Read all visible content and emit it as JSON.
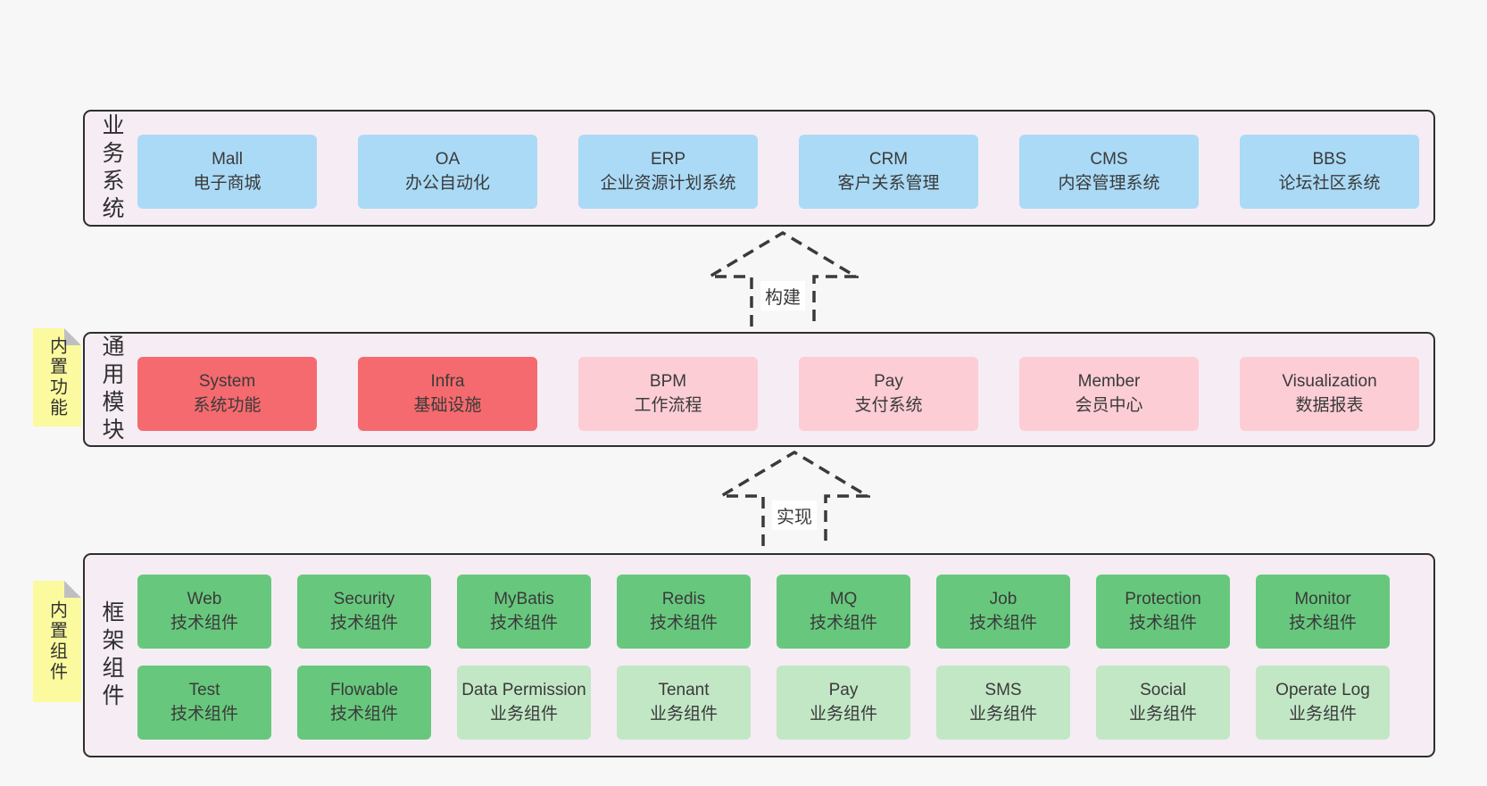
{
  "palette": {
    "page_bg": "#f7f7f7",
    "container_bg": "#f6ecf4",
    "container_border": "#2e2e2e",
    "blue": "#aadaf6",
    "red": "#f56a6e",
    "pink": "#fccdd5",
    "green_dark": "#67c87d",
    "green_light": "#c2e7c5",
    "note_yellow": "#fbfa9e",
    "note_fold": "#bfbfc1",
    "text_dark": "#3a3a3a",
    "arrow_stroke": "#3a3a3a"
  },
  "business_systems": {
    "side_label": "业务系统",
    "items": [
      {
        "name": "Mall",
        "desc": "电子商城"
      },
      {
        "name": "OA",
        "desc": "办公自动化"
      },
      {
        "name": "ERP",
        "desc": "企业资源计划系统"
      },
      {
        "name": "CRM",
        "desc": "客户关系管理"
      },
      {
        "name": "CMS",
        "desc": "内容管理系统"
      },
      {
        "name": "BBS",
        "desc": "论坛社区系统"
      }
    ]
  },
  "arrow_build": {
    "label": "构建"
  },
  "common_modules": {
    "side_label": "通用模块",
    "note": "内置功能",
    "items": [
      {
        "name": "System",
        "desc": "系统功能"
      },
      {
        "name": "Infra",
        "desc": "基础设施"
      },
      {
        "name": "BPM",
        "desc": "工作流程"
      },
      {
        "name": "Pay",
        "desc": "支付系统"
      },
      {
        "name": "Member",
        "desc": "会员中心"
      },
      {
        "name": "Visualization",
        "desc": "数据报表"
      }
    ]
  },
  "arrow_implement": {
    "label": "实现"
  },
  "framework_components": {
    "side_label": "框架组件",
    "note": "内置组件",
    "row1": [
      {
        "name": "Web",
        "desc": "技术组件"
      },
      {
        "name": "Security",
        "desc": "技术组件"
      },
      {
        "name": "MyBatis",
        "desc": "技术组件"
      },
      {
        "name": "Redis",
        "desc": "技术组件"
      },
      {
        "name": "MQ",
        "desc": "技术组件"
      },
      {
        "name": "Job",
        "desc": "技术组件"
      },
      {
        "name": "Protection",
        "desc": "技术组件"
      },
      {
        "name": "Monitor",
        "desc": "技术组件"
      }
    ],
    "row2": [
      {
        "name": "Test",
        "desc": "技术组件"
      },
      {
        "name": "Flowable",
        "desc": "技术组件"
      },
      {
        "name": "Data Permission",
        "desc": "业务组件"
      },
      {
        "name": "Tenant",
        "desc": "业务组件"
      },
      {
        "name": "Pay",
        "desc": "业务组件"
      },
      {
        "name": "SMS",
        "desc": "业务组件"
      },
      {
        "name": "Social",
        "desc": "业务组件"
      },
      {
        "name": "Operate Log",
        "desc": "业务组件"
      }
    ]
  }
}
